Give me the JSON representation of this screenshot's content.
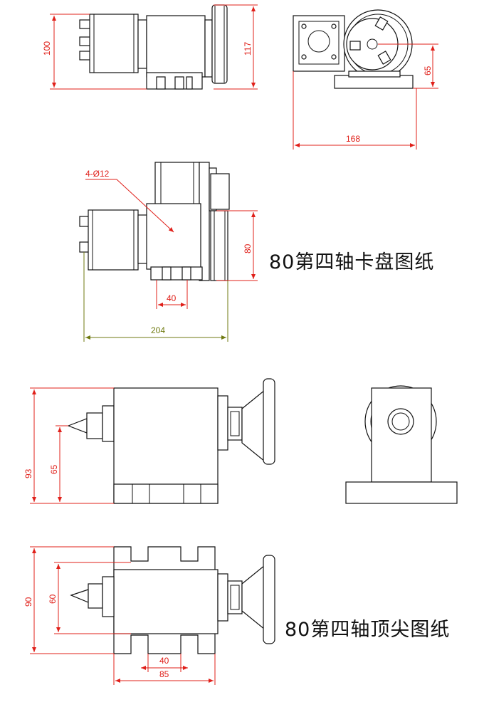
{
  "captions": {
    "chuck": "80第四轴卡盘图纸",
    "tailstock": "80第四轴顶尖图纸"
  },
  "dims": {
    "d100": "100",
    "d117": "117",
    "d65_side": "65",
    "d168": "168",
    "hole": "4-Ø12",
    "d80": "80",
    "d40_top": "40",
    "d204": "204",
    "d93": "93",
    "d65_tail": "65",
    "d90": "90",
    "d60": "60",
    "d40_bottom": "40",
    "d85": "85"
  },
  "colors": {
    "dimension": "#e0201a",
    "overall": "#6f7a10",
    "outline": "#111111"
  }
}
